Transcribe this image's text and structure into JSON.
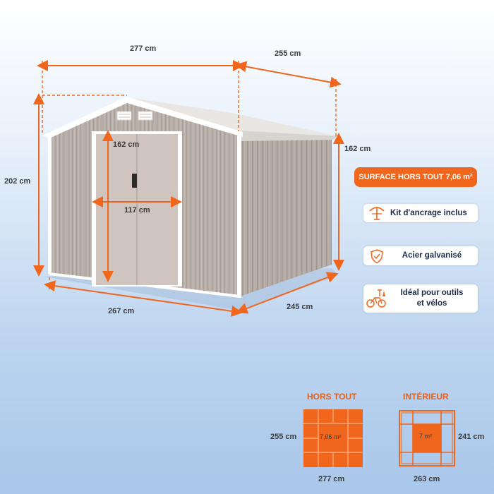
{
  "dimensions": {
    "top_width": "277 cm",
    "top_depth": "255 cm",
    "side_height": "162 cm",
    "total_height": "202 cm",
    "door_height": "162 cm",
    "door_width": "117 cm",
    "base_width": "267 cm",
    "base_depth": "245 cm"
  },
  "badge": {
    "surface": "SURFACE HORS TOUT 7,06 m²"
  },
  "features": [
    {
      "icon": "anchor-kit-icon",
      "label": "Kit d'ancrage inclus"
    },
    {
      "icon": "galvanized-shield-icon",
      "label": "Acier galvanisé"
    },
    {
      "icon": "tools-bike-icon",
      "label_line1": "Idéal pour outils",
      "label_line2": "et vélos"
    }
  ],
  "plans": {
    "outer": {
      "title": "HORS TOUT",
      "area": "7,06 m²",
      "depth": "255 cm",
      "width": "277 cm"
    },
    "inner": {
      "title": "INTÉRIEUR",
      "area": "7 m²",
      "depth": "241 cm",
      "width": "263 cm"
    }
  },
  "colors": {
    "accent": "#f0661c",
    "shed": "#b7aea7",
    "trim": "#ffffff"
  }
}
